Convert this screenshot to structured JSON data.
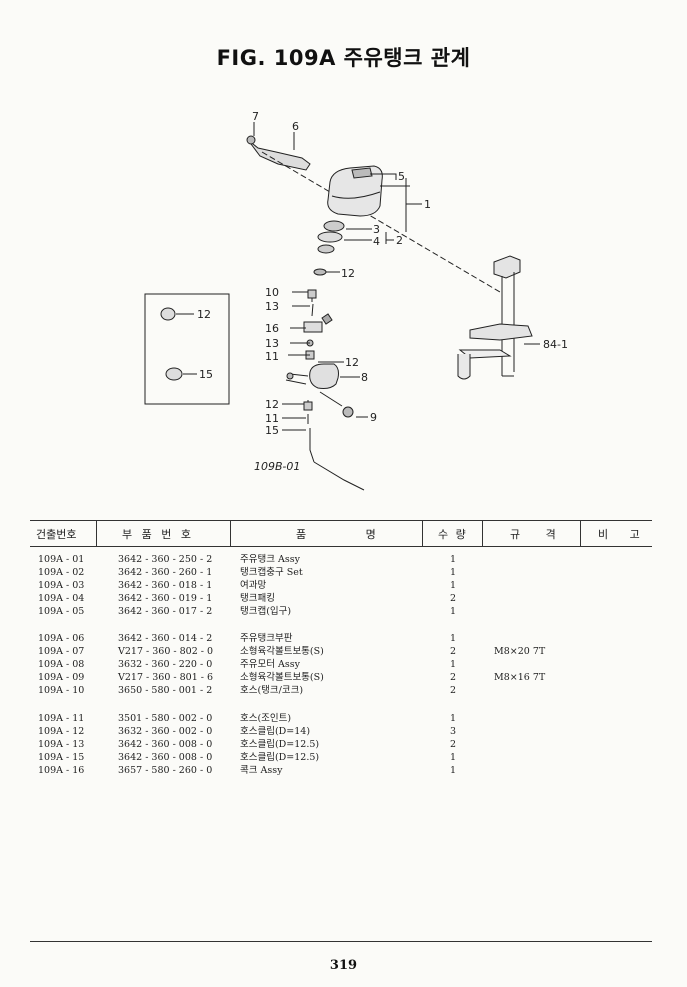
{
  "figure": {
    "title": "FIG. 109A 주유탱크 관계",
    "callouts": [
      "7",
      "6",
      "5",
      "1",
      "3",
      "4",
      "2",
      "12",
      "10",
      "13",
      "16",
      "13",
      "11",
      "12",
      "8",
      "12",
      "11",
      "15",
      "9",
      "84-1",
      "12",
      "15"
    ],
    "drawing_number": "109B-01"
  },
  "table": {
    "headers": [
      "건출번호",
      "부 품 번 호",
      "품 명",
      "수 량",
      "규 격",
      "비 고"
    ],
    "rows": [
      {
        "no": "109A - 01",
        "part": "3642 - 360 - 250 - 2",
        "name": "주유탱크 Assy",
        "qty": "1",
        "spec": ""
      },
      {
        "no": "109A - 02",
        "part": "3642 - 360 - 260 - 1",
        "name": "탱크캡충구 Set",
        "qty": "1",
        "spec": ""
      },
      {
        "no": "109A - 03",
        "part": "3642 - 360 - 018 - 1",
        "name": "여과망",
        "qty": "1",
        "spec": ""
      },
      {
        "no": "109A - 04",
        "part": "3642 - 360 - 019 - 1",
        "name": "탱크패킹",
        "qty": "2",
        "spec": ""
      },
      {
        "no": "109A - 05",
        "part": "3642 - 360 - 017 - 2",
        "name": "탱크캡(입구)",
        "qty": "1",
        "spec": ""
      },
      {
        "no": "109A - 06",
        "part": "3642 - 360 - 014 - 2",
        "name": "주유탱크부판",
        "qty": "1",
        "spec": ""
      },
      {
        "no": "109A - 07",
        "part": "V217 - 360 - 802 - 0",
        "name": "소형육각볼트보통(S)",
        "qty": "2",
        "spec": "M8×20 7T"
      },
      {
        "no": "109A - 08",
        "part": "3632 - 360 - 220 - 0",
        "name": "주유모터 Assy",
        "qty": "1",
        "spec": ""
      },
      {
        "no": "109A - 09",
        "part": "V217 - 360 - 801 - 6",
        "name": "소형육각볼트보통(S)",
        "qty": "2",
        "spec": "M8×16 7T"
      },
      {
        "no": "109A - 10",
        "part": "3650 - 580 - 001 - 2",
        "name": "호스(탱크/코크)",
        "qty": "2",
        "spec": ""
      },
      {
        "no": "109A - 11",
        "part": "3501 - 580 - 002 - 0",
        "name": "호스(조인트)",
        "qty": "1",
        "spec": ""
      },
      {
        "no": "109A - 12",
        "part": "3632 - 360 - 002 - 0",
        "name": "호스클립(D=14)",
        "qty": "3",
        "spec": ""
      },
      {
        "no": "109A - 13",
        "part": "3642 - 360 - 008 - 0",
        "name": "호스클립(D=12.5)",
        "qty": "2",
        "spec": ""
      },
      {
        "no": "109A - 15",
        "part": "3642 - 360 - 008 - 0",
        "name": "호스클립(D=12.5)",
        "qty": "1",
        "spec": ""
      },
      {
        "no": "109A - 16",
        "part": "3657 - 580 - 260 - 0",
        "name": "콕크 Assy",
        "qty": "1",
        "spec": ""
      }
    ]
  },
  "page_number": "319"
}
